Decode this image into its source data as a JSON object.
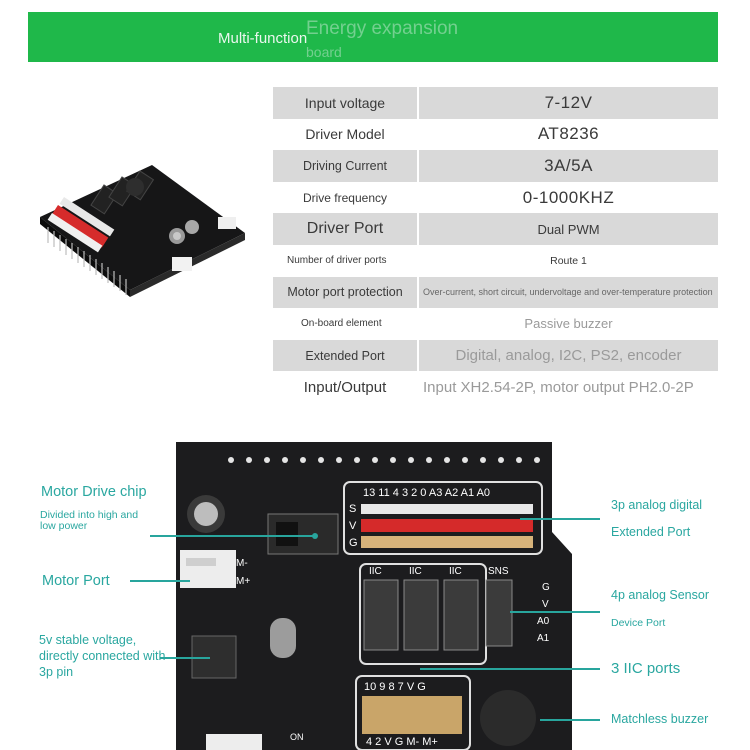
{
  "banner": {
    "title": "Multi-function",
    "ghost_line1": "Energy expansion",
    "ghost_line2": "board"
  },
  "specs": [
    {
      "key": "Input voltage",
      "value": "7-12V"
    },
    {
      "key": "Driver Model",
      "value": "AT8236"
    },
    {
      "key": "Driving Current",
      "value": "3A/5A"
    },
    {
      "key": "Drive frequency",
      "value": "0-1000KHZ"
    },
    {
      "key": "Driver Port",
      "value": "Dual PWM"
    },
    {
      "key": "Number of driver ports",
      "value": "Route 1"
    },
    {
      "key": "Motor port protection",
      "value": "Over-current, short circuit, undervoltage and over-temperature protection"
    },
    {
      "key": "On-board element",
      "value": "Passive buzzer"
    },
    {
      "key": "Extended Port",
      "value": "Digital, analog, I2C, PS2, encoder"
    },
    {
      "key": "Input/Output",
      "value": "Input XH2.54-2P, motor output PH2.0-2P"
    }
  ],
  "callouts": {
    "motor_drive_chip": "Motor Drive chip",
    "motor_drive_chip_sub": "Divided into high and low power",
    "motor_port": "Motor Port",
    "stable_voltage": "5v stable voltage, directly connected with 3p pin",
    "analog_digital": "3p analog digital",
    "extended_port": "Extended Port",
    "analog_sensor": "4p analog Sensor",
    "device_port": "Device Port",
    "iic_ports": "3 IIC ports",
    "buzzer": "Matchless buzzer"
  },
  "board_text": {
    "pin_header_top": "13 11 4 3 2 0 A3 A2 A1 A0",
    "svg_s": "S",
    "svg_v": "V",
    "svg_g": "G",
    "iic1": "IIC",
    "iic2": "IIC",
    "iic3": "IIC",
    "sns": "SNS",
    "sns_g": "G",
    "sns_v": "V",
    "sns_a0": "A0",
    "sns_a1": "A1",
    "m_minus": "M-",
    "m_plus": "M+",
    "bottom_header_top": "10 9 8 7 V G",
    "bottom_header_bottom": "4 2 V G M- M+",
    "on": "ON"
  },
  "colors": {
    "accent": "#1fb84a",
    "callout": "#2aa7a0",
    "table_stripe": "#d9d9d9",
    "board": "#1c1c1e"
  }
}
